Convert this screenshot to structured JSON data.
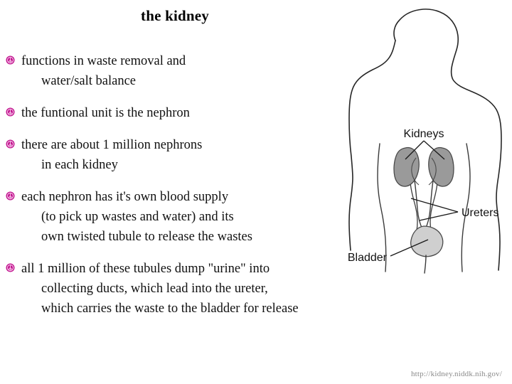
{
  "slide": {
    "title": "the kidney",
    "background_color": "#ffffff",
    "text_color": "#111111"
  },
  "bullet_marker": {
    "icon": "peace-sign-bullet-icon",
    "color": "#C0108C",
    "inner_color": "#E46FC6"
  },
  "bullets": [
    {
      "line1": "functions in waste removal and",
      "line2": "water/salt balance",
      "line3": ""
    },
    {
      "line1": "the funtional unit is the nephron",
      "line2": "",
      "line3": ""
    },
    {
      "line1": "there are about 1 million nephrons",
      "line2": "in each kidney",
      "line3": ""
    },
    {
      "line1": "each nephron has it's own blood supply",
      "line2": "(to pick up wastes and water) and its",
      "line3": "own twisted tubule to release the wastes"
    },
    {
      "line1": "all 1 million of these tubules dump \"urine\" into",
      "line2": "collecting ducts, which lead into the ureter,",
      "line3": "which carries the waste to the bladder for release"
    }
  ],
  "diagram": {
    "alt_name": "urinary-system-body-diagram",
    "outline_color": "#222222",
    "kidney_fill": "#9a9a9a",
    "bladder_fill": "#c9c9c9",
    "labels": {
      "kidneys": "Kidneys",
      "ureters": "Ureters",
      "bladder": "Bladder"
    }
  },
  "footer": {
    "url": "http://kidney.niddk.nih.gov/",
    "color": "#8a8a8a"
  }
}
